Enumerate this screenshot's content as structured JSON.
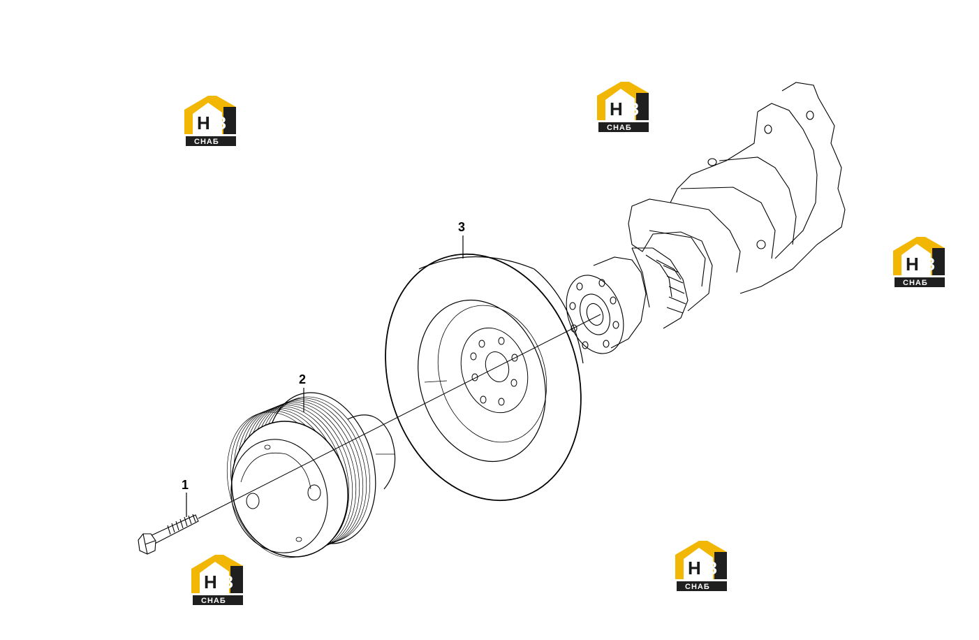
{
  "diagram": {
    "callouts": [
      {
        "id": "bolt",
        "number": "1"
      },
      {
        "id": "pulley",
        "number": "2"
      },
      {
        "id": "damper",
        "number": "3"
      }
    ]
  },
  "watermark": {
    "letter_h": "Н",
    "letter_3": "З",
    "subtitle": "СНАБ",
    "colors": {
      "yellow": "#f2b705",
      "dark": "#1f1f1f"
    }
  }
}
